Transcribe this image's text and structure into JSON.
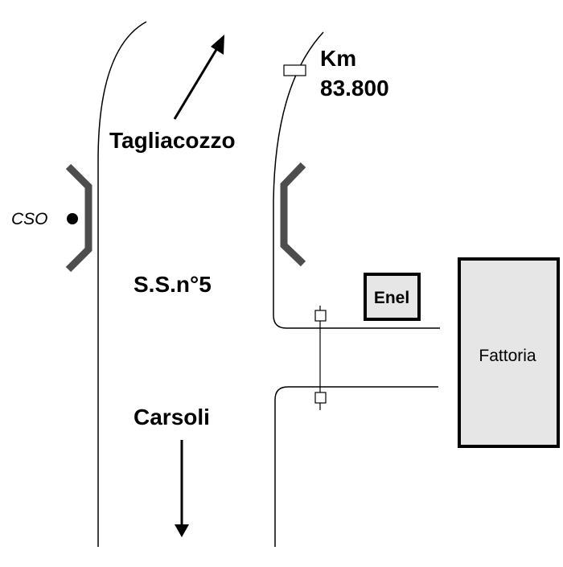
{
  "labels": {
    "tagliacozzo": "Tagliacozzo",
    "carsoli": "Carsoli",
    "road": "S.S.n°5",
    "km_prefix": "Km",
    "km_value": "83.800",
    "cso": "CSO",
    "enel": "Enel",
    "fattoria": "Fattoria"
  },
  "colors": {
    "road_line": "#000000",
    "bracket": "#4d4d4d",
    "building_fill": "#e6e6e6",
    "building_stroke": "#000000"
  },
  "icons": {
    "north_arrow": "arrow-up-right-icon",
    "south_arrow": "arrow-down-icon",
    "cso_marker": "dot-icon",
    "km_marker": "rectangle-marker-icon",
    "crossing_markers": "square-marker-icon"
  }
}
